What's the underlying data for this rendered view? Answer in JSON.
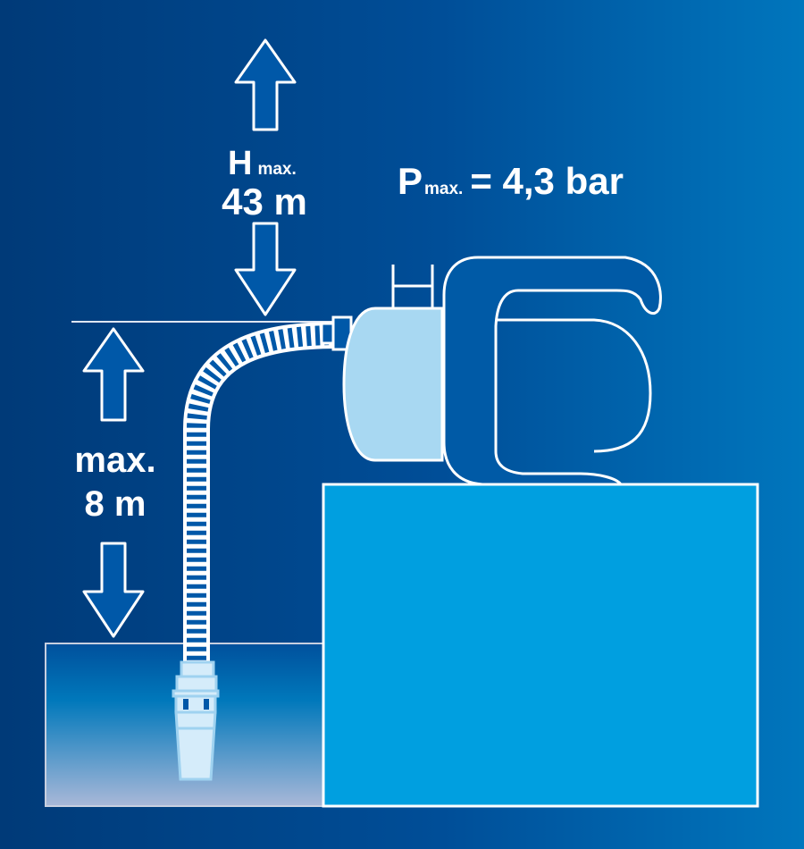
{
  "head": {
    "symbol": "H",
    "sub": "max.",
    "value": "43 m"
  },
  "suction": {
    "label": "max.",
    "value": "8 m"
  },
  "pressure": {
    "symbol": "P",
    "sub": "max.",
    "value": "= 4,3 bar"
  },
  "colors": {
    "background_dark": "#003f7d",
    "background_light": "#0072bb",
    "tank": "#009fe0",
    "pump_cylinder": "#a8d8f2",
    "pump_body": "#005aa6",
    "arrow": "#0058a8"
  }
}
